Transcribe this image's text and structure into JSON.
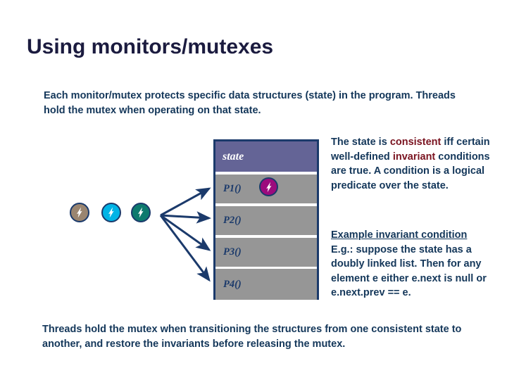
{
  "slide": {
    "title": "Using monitors/mutexes",
    "intro": "Each monitor/mutex protects specific data structures (state) in the program.  Threads hold the mutex when operating on that state.",
    "bottom": "Threads hold the mutex when transitioning the structures from one consistent state to another, and restore the invariants before releasing the mutex."
  },
  "state_box": {
    "header_label": "state",
    "rows": [
      {
        "label": "P1()"
      },
      {
        "label": "P2()"
      },
      {
        "label": "P3()"
      },
      {
        "label": "P4()"
      }
    ]
  },
  "threads": [
    {
      "name": "thread-token-1",
      "color": "#9a8570"
    },
    {
      "name": "thread-token-2",
      "color": "#00b4e6"
    },
    {
      "name": "thread-token-3",
      "color": "#0d7a6e"
    }
  ],
  "mutex_token": {
    "name": "mutex-lock-token",
    "color": "#9c0b7d"
  },
  "right_column": {
    "paragraph_1": {
      "part_a": "The state is ",
      "highlight_a": "consistent",
      "part_b": " iff certain well-defined ",
      "highlight_b": "invariant",
      "part_c": " conditions are true.  A condition is a logical predicate over the state."
    },
    "paragraph_2": {
      "heading": "Example invariant condition",
      "part_a": "E.g.: suppose the state has a doubly linked list.  Then for any element ",
      "bold_a": "e",
      "part_b": " either ",
      "bold_b": "e.next",
      "part_c": " is null or ",
      "bold_c": "e.next.prev == e",
      "part_d": "."
    }
  },
  "colors": {
    "title": "#1b1b3f",
    "body_text": "#14375a",
    "highlight": "#7a1320",
    "box_border": "#1b3a6b",
    "header_fill": "#646496",
    "row_fill": "#969696",
    "arrow": "#1b3a6b"
  }
}
